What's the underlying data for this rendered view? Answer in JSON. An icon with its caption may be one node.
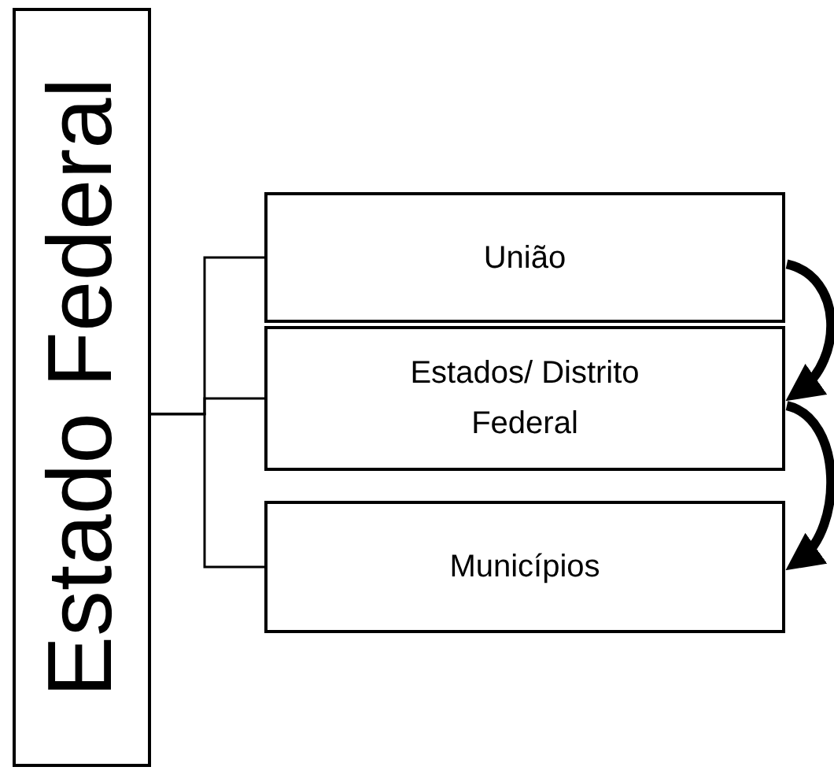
{
  "diagram": {
    "nodes": [
      {
        "text": [
          "Estado Federal"
        ]
      },
      {
        "text": [
          "União"
        ]
      },
      {
        "text": [
          "Estados/ Distrito Federal"
        ]
      },
      {
        "text": [
          "Municípios"
        ]
      }
    ],
    "edges": [
      {
        "from": 0,
        "to": 1,
        "arrow": "none"
      },
      {
        "from": 0,
        "to": 2,
        "arrow": "none"
      },
      {
        "from": 0,
        "to": 3,
        "arrow": "none"
      },
      {
        "from": 1,
        "to": 2,
        "arrow": "to",
        "style": "thick"
      },
      {
        "from": 2,
        "to": 3,
        "arrow": "to",
        "style": "thick"
      }
    ]
  }
}
